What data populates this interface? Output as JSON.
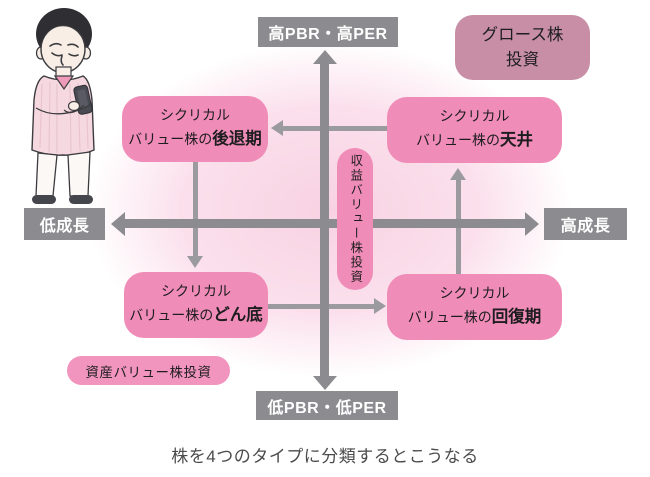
{
  "figure": {
    "caption": "株を4つのタイプに分類するとこうなる"
  },
  "axes": {
    "top": "高PBR・高PER",
    "bottom": "低PBR・低PER",
    "left": "低成長",
    "right": "高成長"
  },
  "labels": {
    "growth_line1": "グロース株",
    "growth_line2": "投資",
    "earnings_value": "収益バリュー株投資",
    "asset_value": "資産バリュー株投資"
  },
  "quadrants": {
    "top_left": {
      "line1": "シクリカル",
      "line2": "バリュー株の",
      "emphasis": "後退期"
    },
    "top_right": {
      "line1": "シクリカル",
      "line2": "バリュー株の",
      "emphasis": "天井"
    },
    "bottom_left": {
      "line1": "シクリカル",
      "line2": "バリュー株の",
      "emphasis": "どん底"
    },
    "bottom_right": {
      "line1": "シクリカル",
      "line2": "バリュー株の",
      "emphasis": "回復期"
    }
  },
  "colors": {
    "pink_box": "#f08cb8",
    "pink_pill": "#ef8cb7",
    "mauve_box": "#c78ea6",
    "gray_label": "#8c8c90",
    "connector_gray": "#9b9b9f",
    "glow_pink": "#f8d2e2",
    "caption_text": "#4b4b4b"
  }
}
